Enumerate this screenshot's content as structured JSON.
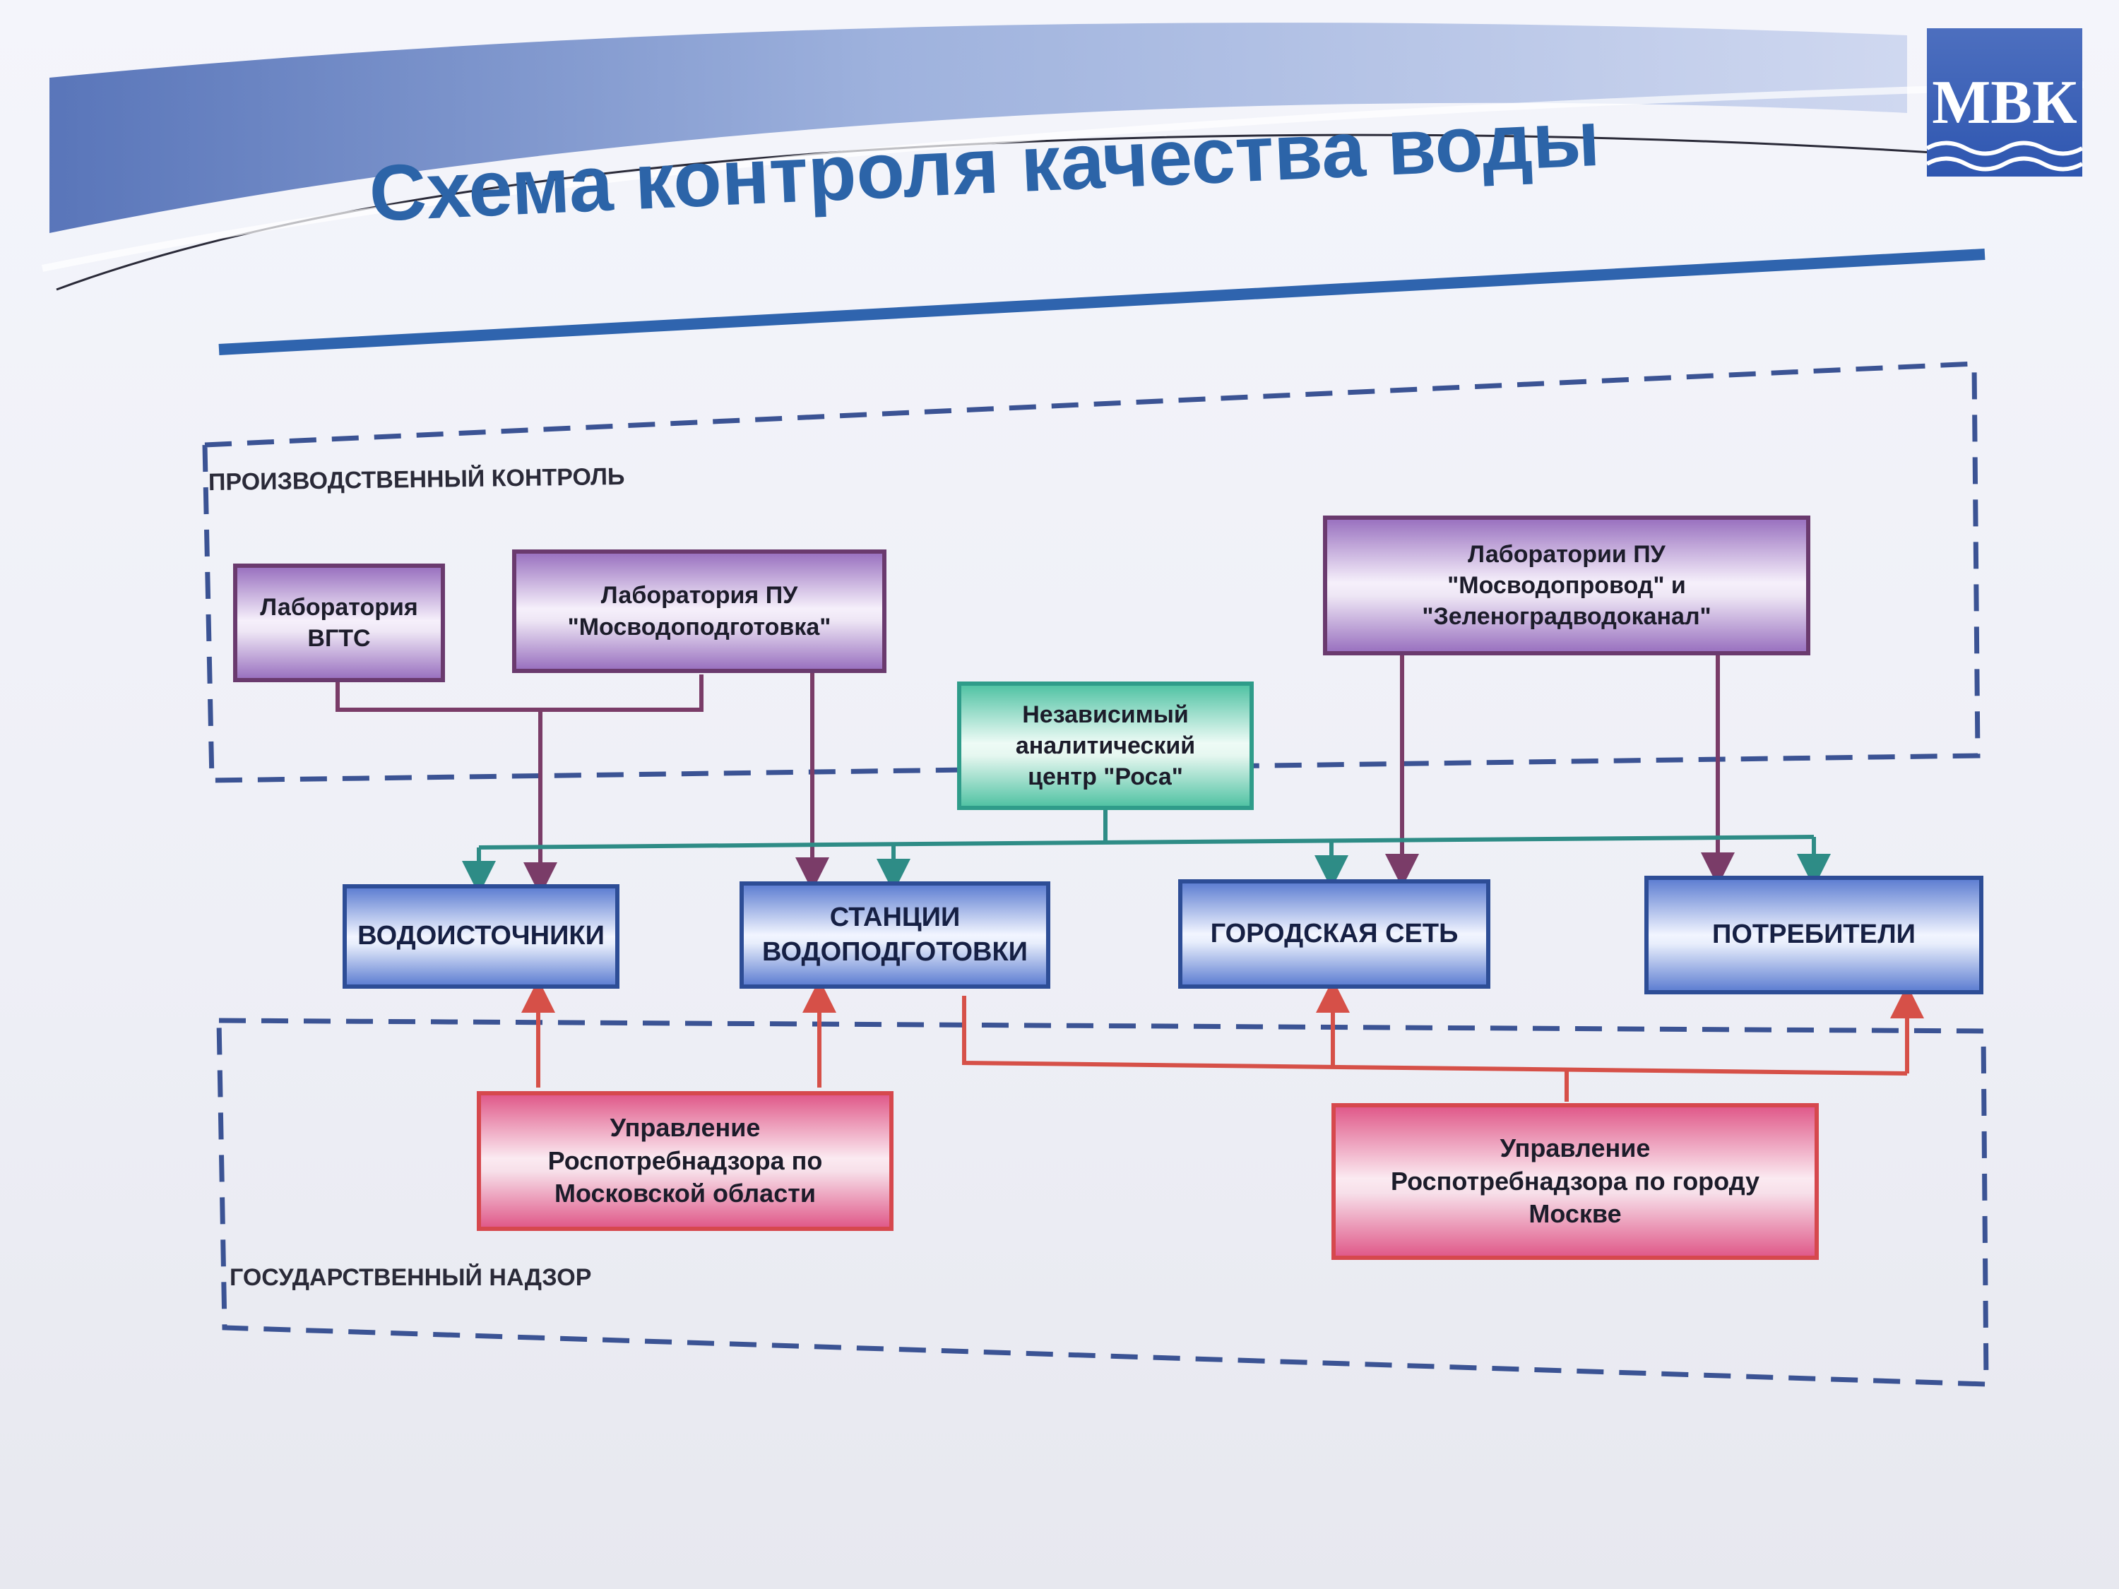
{
  "title": "Схема  контроля качества воды",
  "logo": "МВК",
  "colors": {
    "title": "#2c64a8",
    "frame": "#3b5394",
    "purple_wire": "#7a3c68",
    "teal_wire": "#2e8c86",
    "red_wire": "#d65048"
  },
  "sections": {
    "production": "ПРОИЗВОДСТВЕННЫЙ КОНТРОЛЬ",
    "state": "ГОСУДАРСТВЕННЫЙ НАДЗОР"
  },
  "nodes": {
    "lab_vgts": "Лаборатория\nВГТС",
    "lab_mosvodopodgotovka": "Лаборатория ПУ\n\"Мосводоподготовка\"",
    "lab_mosvodoprovod": "Лаборатории ПУ\n\"Мосводопровод\" и\n\"Зеленоградводоканал\"",
    "rosa": "Независимый\nаналитический\nцентр \"Роса\"",
    "vodoistochniki": "ВОДОИСТОЧНИКИ",
    "stantsii": "СТАНЦИИ\nВОДОПОДГОТОВКИ",
    "gorodskaya_set": "ГОРОДСКАЯ СЕТЬ",
    "potrebiteli": "ПОТРЕБИТЕЛИ",
    "rpn_oblast": "Управление\nРоспотребнадзора по\nМосковской области",
    "rpn_moskva": "Управление\nРоспотребнадзора по городу\nМоскве"
  }
}
